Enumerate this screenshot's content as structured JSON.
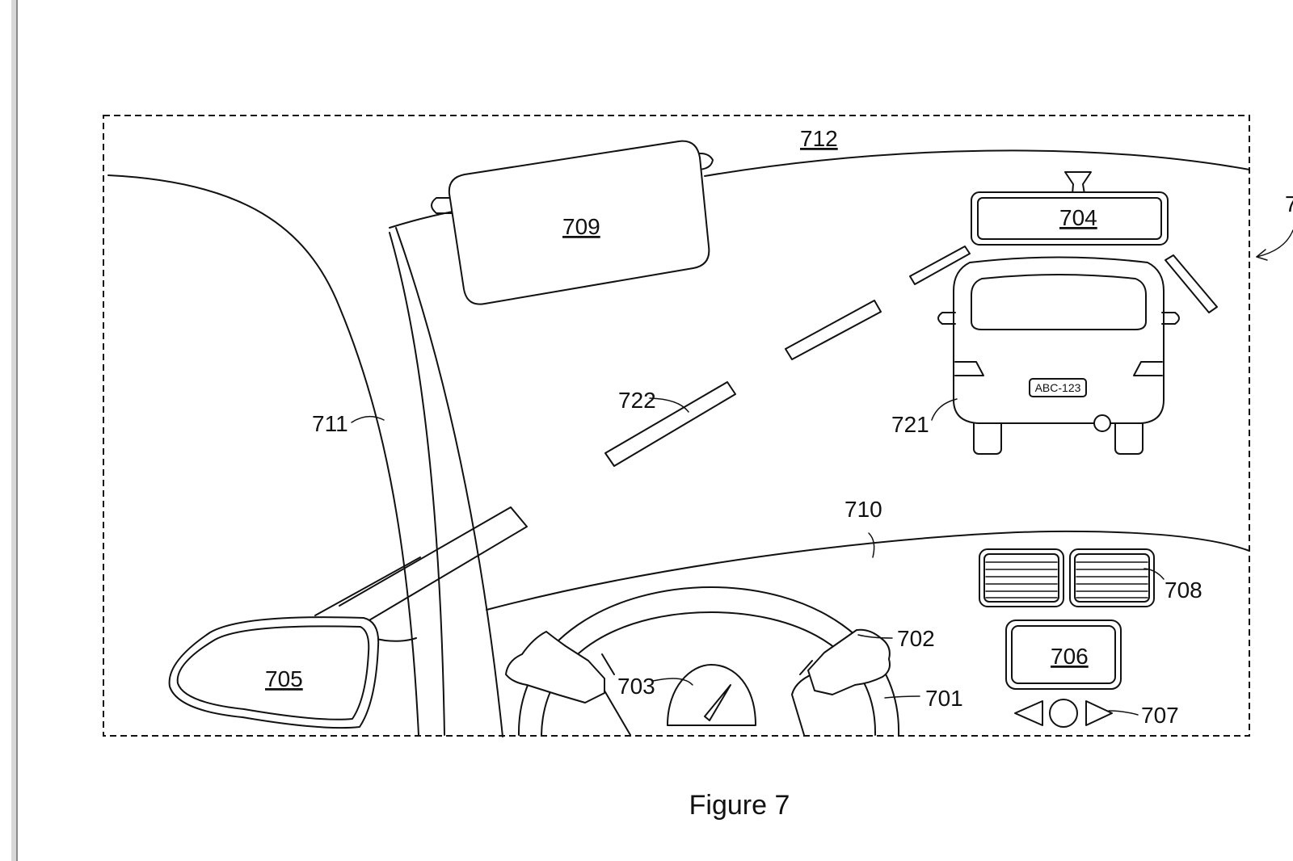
{
  "figure": {
    "caption": "Figure 7",
    "labels": {
      "l712": "712",
      "l709": "709",
      "l704": "704",
      "l711": "711",
      "l722": "722",
      "l721": "721",
      "l710": "710",
      "l708": "708",
      "l702": "702",
      "l706": "706",
      "l705": "705",
      "l703": "703",
      "l701": "701",
      "l707": "707",
      "l_edge": "7"
    },
    "plate_text": "ABC-123"
  }
}
